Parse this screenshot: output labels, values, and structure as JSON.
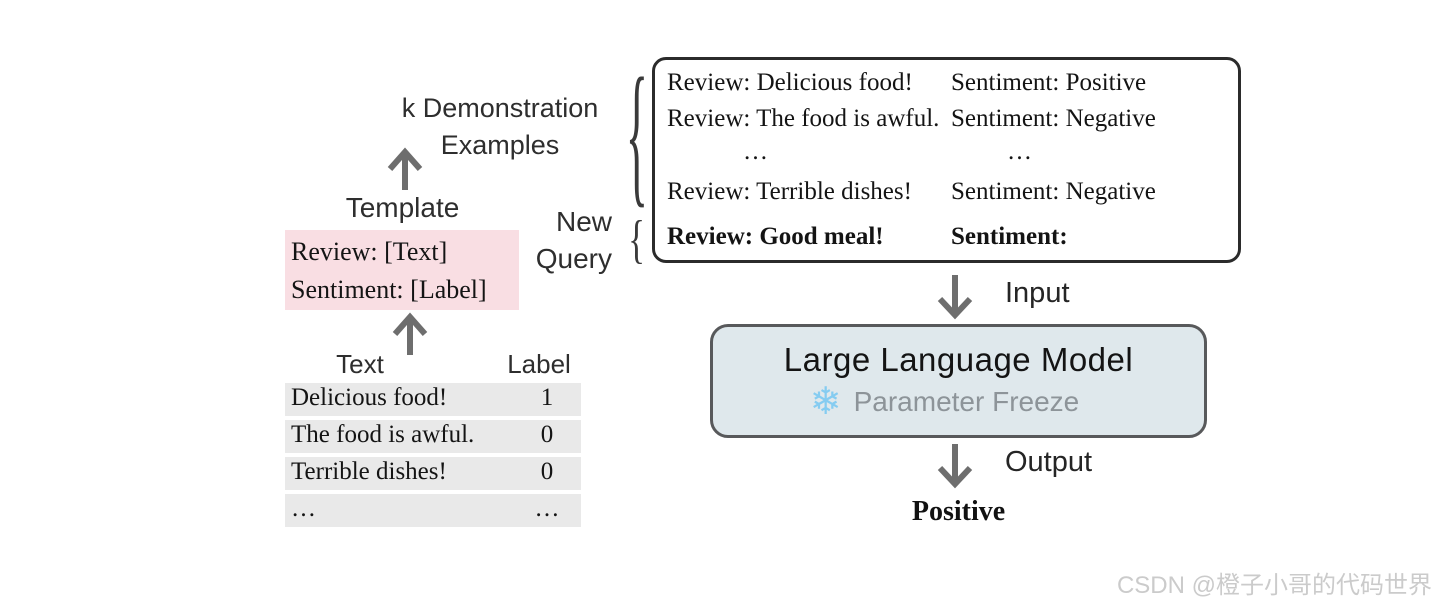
{
  "labels": {
    "k_demo_line1": "k Demonstration",
    "k_demo_line2": "Examples",
    "template": "Template",
    "new_query_line1": "New",
    "new_query_line2": "Query",
    "input": "Input",
    "output": "Output",
    "result": "Positive"
  },
  "icons": {
    "brace": "{",
    "snowflake": "❄"
  },
  "template_box": {
    "line1": "Review: [Text]",
    "line2": "Sentiment: [Label]",
    "bg_color": "#f9dee3"
  },
  "dataset_table": {
    "headers": [
      "Text",
      "Label"
    ],
    "rows": [
      {
        "text": "Delicious food!",
        "label": "1"
      },
      {
        "text": "The food is awful.",
        "label": "0"
      },
      {
        "text": "Terrible dishes!",
        "label": "0"
      },
      {
        "text": "…",
        "label": "…"
      }
    ],
    "row_bg_color": "#e9e9e9"
  },
  "prompt_box": {
    "lines": [
      {
        "review": "Review: Delicious food!",
        "sentiment": "Sentiment: Positive"
      },
      {
        "review": "Review: The food is awful.",
        "sentiment": "Sentiment: Negative"
      },
      {
        "review": "…",
        "sentiment": "…"
      },
      {
        "review": "Review: Terrible dishes!",
        "sentiment": "Sentiment: Negative"
      },
      {
        "review": "Review: Good meal!",
        "sentiment": "Sentiment:"
      }
    ],
    "border_color": "#2b2b2b"
  },
  "llm_box": {
    "title": "Large Language Model",
    "subtitle": "Parameter Freeze",
    "fill_color": "#dfe8ec",
    "border_color": "#58595b",
    "subtitle_color": "#8d9499",
    "snowflake_color": "#85ccf1"
  },
  "arrow_color": "#6e6e6e",
  "watermark": "CSDN @橙子小哥的代码世界"
}
